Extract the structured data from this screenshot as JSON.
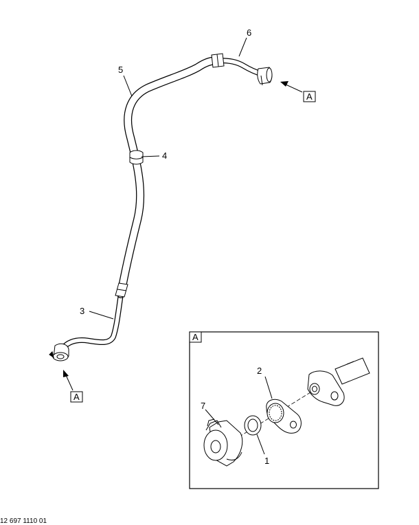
{
  "callouts": {
    "c1": "1",
    "c2": "2",
    "c3": "3",
    "c4": "4",
    "c5": "5",
    "c6": "6",
    "c7": "7"
  },
  "view_labels": {
    "top_right": "A",
    "bottom_left": "A",
    "detail_box": "A"
  },
  "footer_text": "12 697 1110 01"
}
